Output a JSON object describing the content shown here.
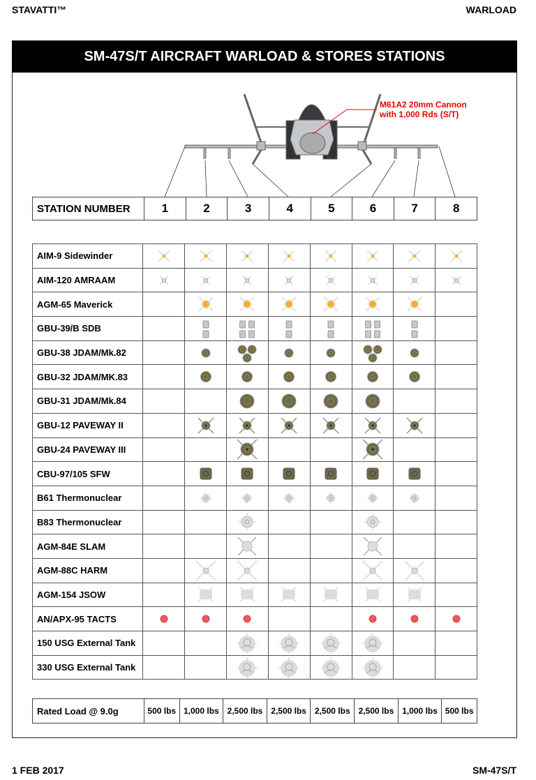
{
  "header": {
    "brand": "STAVATTI™",
    "section": "WARLOAD"
  },
  "title": "SM-47S/T AIRCRAFT WARLOAD & STORES STATIONS",
  "callout": {
    "line1": "M61A2 20mm Cannon",
    "line2": "with 1,000 Rds (S/T)"
  },
  "stations": {
    "label": "STATION NUMBER",
    "numbers": [
      "1",
      "2",
      "3",
      "4",
      "5",
      "6",
      "7",
      "8"
    ]
  },
  "colors": {
    "orange": "#f7b02a",
    "olive": "#6e6a4a",
    "grey": "#d8d8d8",
    "red": "#ec5a5a",
    "cannon": "#e00000"
  },
  "stores": [
    {
      "name": "AIM-9 Sidewinder",
      "icon": "aim9",
      "load": [
        1,
        1,
        1,
        1,
        1,
        1,
        1,
        1
      ]
    },
    {
      "name": "AIM-120 AMRAAM",
      "icon": "aim120",
      "load": [
        1,
        1,
        1,
        1,
        1,
        1,
        1,
        1
      ]
    },
    {
      "name": "AGM-65 Maverick",
      "icon": "agm65",
      "load": [
        0,
        1,
        1,
        1,
        1,
        1,
        1,
        0
      ]
    },
    {
      "name": "GBU-39/B SDB",
      "icon": "sdb",
      "load": [
        0,
        2,
        4,
        2,
        2,
        4,
        2,
        0
      ]
    },
    {
      "name": "GBU-38 JDAM/Mk.82",
      "icon": "bombS",
      "load": [
        0,
        1,
        3,
        1,
        1,
        3,
        1,
        0
      ]
    },
    {
      "name": "GBU-32 JDAM/MK.83",
      "icon": "bombM",
      "load": [
        0,
        1,
        1,
        1,
        1,
        1,
        1,
        0
      ]
    },
    {
      "name": "GBU-31 JDAM/Mk.84",
      "icon": "bombL",
      "load": [
        0,
        0,
        1,
        1,
        1,
        1,
        0,
        0
      ]
    },
    {
      "name": "GBU-12 PAVEWAY II",
      "icon": "lgbS",
      "load": [
        0,
        1,
        1,
        1,
        1,
        1,
        1,
        0
      ]
    },
    {
      "name": "GBU-24 PAVEWAY III",
      "icon": "lgbL",
      "load": [
        0,
        0,
        1,
        0,
        0,
        1,
        0,
        0
      ]
    },
    {
      "name": "CBU-97/105 SFW",
      "icon": "cbu",
      "load": [
        0,
        1,
        1,
        1,
        1,
        1,
        1,
        0
      ]
    },
    {
      "name": "B61 Thermonuclear",
      "icon": "b61",
      "load": [
        0,
        1,
        1,
        1,
        1,
        1,
        1,
        0
      ]
    },
    {
      "name": "B83 Thermonuclear",
      "icon": "b83",
      "load": [
        0,
        0,
        1,
        0,
        0,
        1,
        0,
        0
      ]
    },
    {
      "name": "AGM-84E SLAM",
      "icon": "slam",
      "load": [
        0,
        0,
        1,
        0,
        0,
        1,
        0,
        0
      ]
    },
    {
      "name": "AGM-88C HARM",
      "icon": "harm",
      "load": [
        0,
        1,
        1,
        0,
        0,
        1,
        1,
        0
      ]
    },
    {
      "name": "AGM-154 JSOW",
      "icon": "jsow",
      "load": [
        0,
        1,
        1,
        1,
        1,
        1,
        1,
        0
      ]
    },
    {
      "name": "AN/APX-95 TACTS",
      "icon": "pod",
      "load": [
        1,
        1,
        1,
        0,
        0,
        1,
        1,
        1
      ]
    },
    {
      "name": "150 USG External Tank",
      "icon": "tank",
      "load": [
        0,
        0,
        1,
        1,
        1,
        1,
        0,
        0
      ]
    },
    {
      "name": "330 USG External Tank",
      "icon": "tank",
      "load": [
        0,
        0,
        1,
        1,
        1,
        1,
        0,
        0
      ]
    }
  ],
  "rated": {
    "label": "Rated Load @ 9.0g",
    "values": [
      "500 lbs",
      "1,000 lbs",
      "2,500 lbs",
      "2,500 lbs",
      "2,500 lbs",
      "2,500 lbs",
      "1,000 lbs",
      "500 lbs"
    ]
  },
  "footer": {
    "date": "1 FEB 2017",
    "model": "SM-47S/T"
  }
}
